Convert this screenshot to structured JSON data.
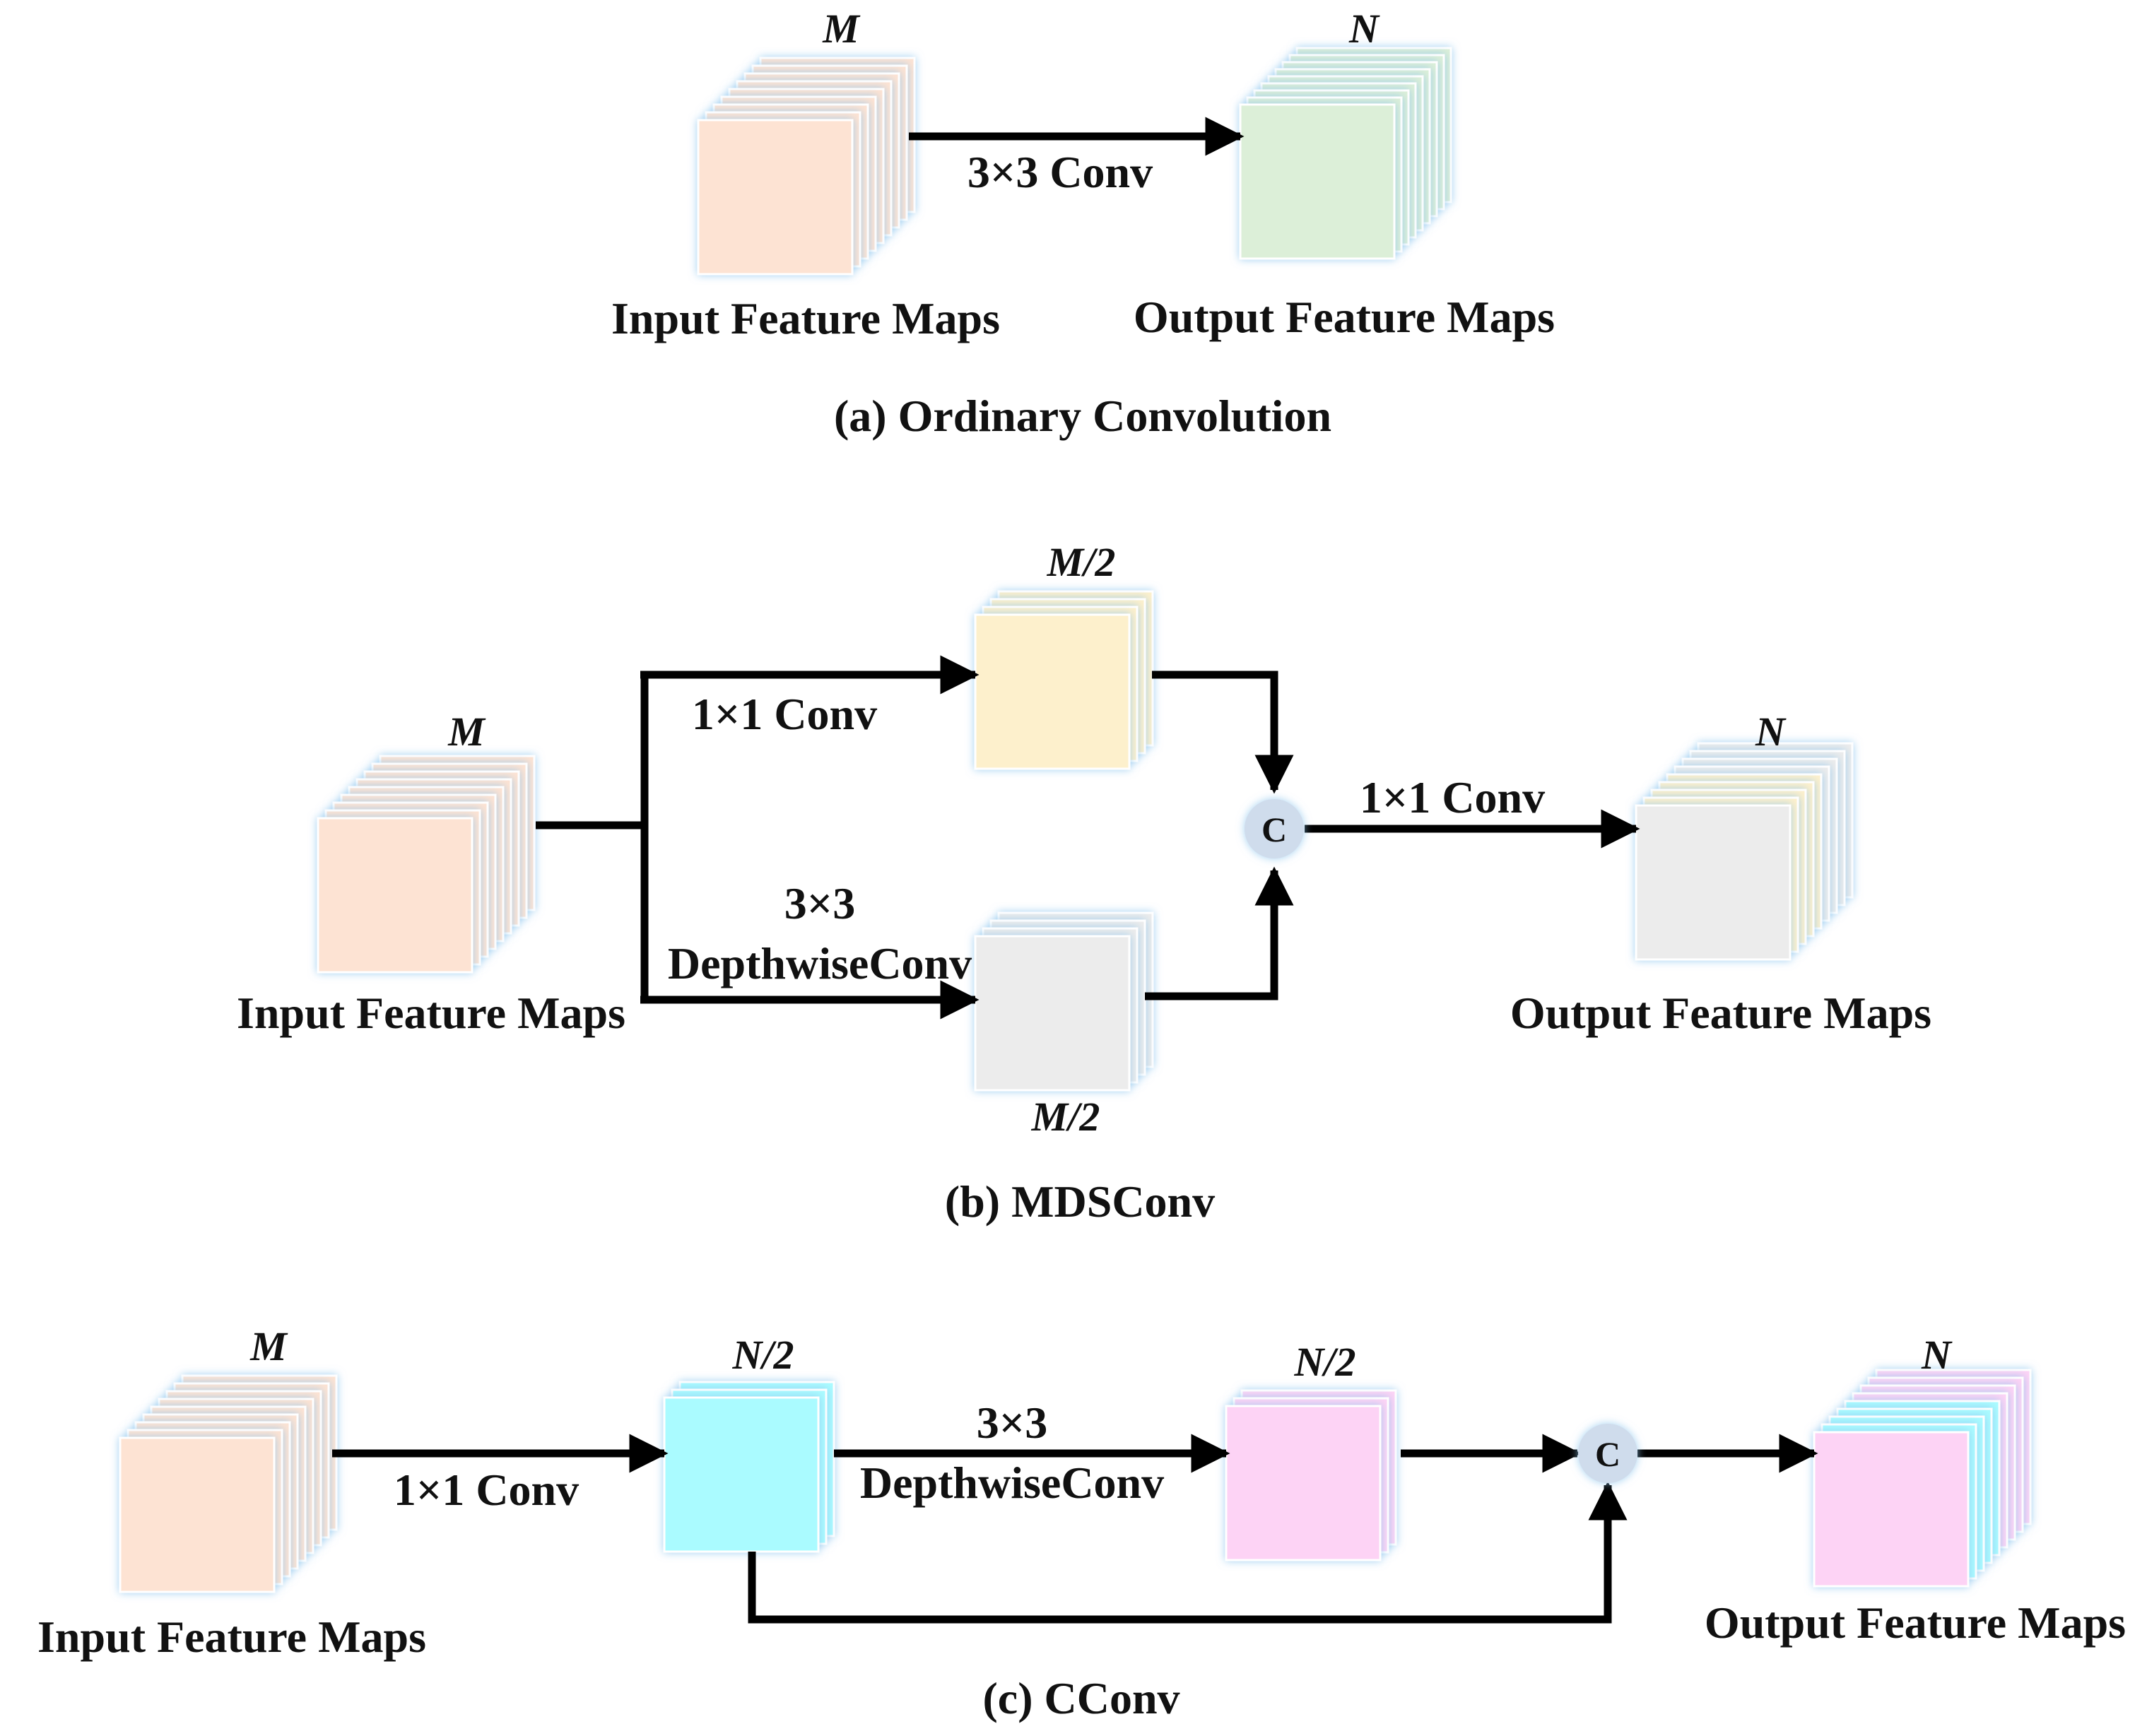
{
  "colors": {
    "input": "#fde3d3",
    "output_a": "#dcefd8",
    "yellow": "#fdf0cc",
    "gray": "#ececec",
    "cyan": "#aafbff",
    "pink": "#fdd3f5",
    "concat_fill": "#cfdcec",
    "line": "#000000",
    "glow": "#8ec6ee"
  },
  "panel_a": {
    "caption": "(a) Ordinary Convolution",
    "input": {
      "label": "Input Feature Maps",
      "channels": "M"
    },
    "output": {
      "label": "Output Feature Maps",
      "channels": "N"
    },
    "op": "3×3 Conv"
  },
  "panel_b": {
    "caption": "(b) MDSConv",
    "input": {
      "label": "Input Feature Maps",
      "channels": "M"
    },
    "top_branch": {
      "op": "1×1 Conv",
      "channels": "M/2"
    },
    "bottom_branch": {
      "op_line1": "3×3",
      "op_line2": "DepthwiseConv",
      "channels": "M/2"
    },
    "concat": "C",
    "after_concat_op": "1×1 Conv",
    "output": {
      "label": "Output Feature Maps",
      "channels": "N"
    }
  },
  "panel_c": {
    "caption": "(c) CConv",
    "input": {
      "label": "Input Feature Maps",
      "channels": "M"
    },
    "op1": "1×1 Conv",
    "mid1": {
      "channels": "N/2"
    },
    "op2_line1": "3×3",
    "op2_line2": "DepthwiseConv",
    "mid2": {
      "channels": "N/2"
    },
    "concat": "C",
    "output": {
      "label": "Output Feature Maps",
      "channels": "N"
    }
  }
}
